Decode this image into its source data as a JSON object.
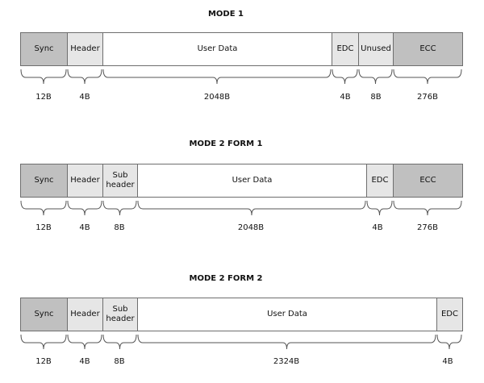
{
  "diagrams": [
    {
      "title": "MODE 1",
      "segments": [
        {
          "label": "Sync",
          "size": "12B",
          "style": "dark"
        },
        {
          "label": "Header",
          "size": "4B",
          "style": "light"
        },
        {
          "label": "User Data",
          "size": "2048B",
          "style": "white"
        },
        {
          "label": "EDC",
          "size": "4B",
          "style": "light"
        },
        {
          "label": "Unused",
          "size": "8B",
          "style": "light"
        },
        {
          "label": "ECC",
          "size": "276B",
          "style": "dark"
        }
      ]
    },
    {
      "title": "MODE 2 FORM 1",
      "segments": [
        {
          "label": "Sync",
          "size": "12B",
          "style": "dark"
        },
        {
          "label": "Header",
          "size": "4B",
          "style": "light"
        },
        {
          "label": "Sub\nheader",
          "size": "8B",
          "style": "light"
        },
        {
          "label": "User Data",
          "size": "2048B",
          "style": "white"
        },
        {
          "label": "EDC",
          "size": "4B",
          "style": "light"
        },
        {
          "label": "ECC",
          "size": "276B",
          "style": "dark"
        }
      ]
    },
    {
      "title": "MODE 2 FORM 2",
      "segments": [
        {
          "label": "Sync",
          "size": "12B",
          "style": "dark"
        },
        {
          "label": "Header",
          "size": "4B",
          "style": "light"
        },
        {
          "label": "Sub\nheader",
          "size": "8B",
          "style": "light"
        },
        {
          "label": "User Data",
          "size": "2324B",
          "style": "white"
        },
        {
          "label": "EDC",
          "size": "4B",
          "style": "light"
        }
      ]
    }
  ]
}
